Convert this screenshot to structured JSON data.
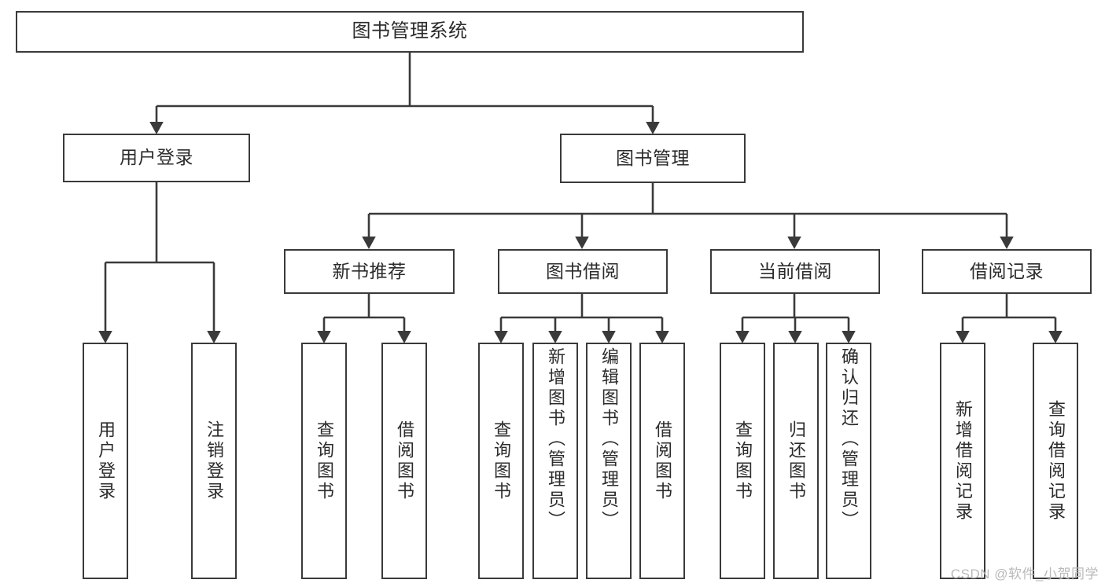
{
  "diagram": {
    "title": "图书管理系统",
    "watermark": "CSDN @软件_小贺同学",
    "stroke_color": "#3a3a3a",
    "text_color": "#2b2b2b",
    "background_color": "#ffffff",
    "watermark_color": "#b9b9b9",
    "type": "tree-hierarchy"
  },
  "nodes": {
    "root": {
      "label": "图书管理系统"
    },
    "level1": [
      {
        "id": "user-login",
        "label": "用户登录"
      },
      {
        "id": "book-manage",
        "label": "图书管理"
      }
    ],
    "level2": [
      {
        "id": "new-book-recommend",
        "label": "新书推荐"
      },
      {
        "id": "book-borrow",
        "label": "图书借阅"
      },
      {
        "id": "current-borrow",
        "label": "当前借阅"
      },
      {
        "id": "borrow-record",
        "label": "借阅记录"
      }
    ],
    "leaves": {
      "user_login": [
        {
          "id": "leaf-user-login",
          "label": "用户登录"
        },
        {
          "id": "leaf-logout-login",
          "label": "注销登录"
        }
      ],
      "new_book_recommend": [
        {
          "id": "leaf-query-book-1",
          "label": "查询图书"
        },
        {
          "id": "leaf-borrow-book-1",
          "label": "借阅图书"
        }
      ],
      "book_borrow": [
        {
          "id": "leaf-query-book-2",
          "label": "查询图书"
        },
        {
          "id": "leaf-add-book",
          "label": "新增图书（管理员）"
        },
        {
          "id": "leaf-edit-book",
          "label": "编辑图书（管理员）"
        },
        {
          "id": "leaf-borrow-book-2",
          "label": "借阅图书"
        }
      ],
      "current_borrow": [
        {
          "id": "leaf-query-book-3",
          "label": "查询图书"
        },
        {
          "id": "leaf-return-book",
          "label": "归还图书"
        },
        {
          "id": "leaf-confirm-return",
          "label": "确认归还（管理员）"
        }
      ],
      "borrow_record": [
        {
          "id": "leaf-add-record",
          "label": "新增借阅记录"
        },
        {
          "id": "leaf-query-record",
          "label": "查询借阅记录"
        }
      ]
    }
  }
}
